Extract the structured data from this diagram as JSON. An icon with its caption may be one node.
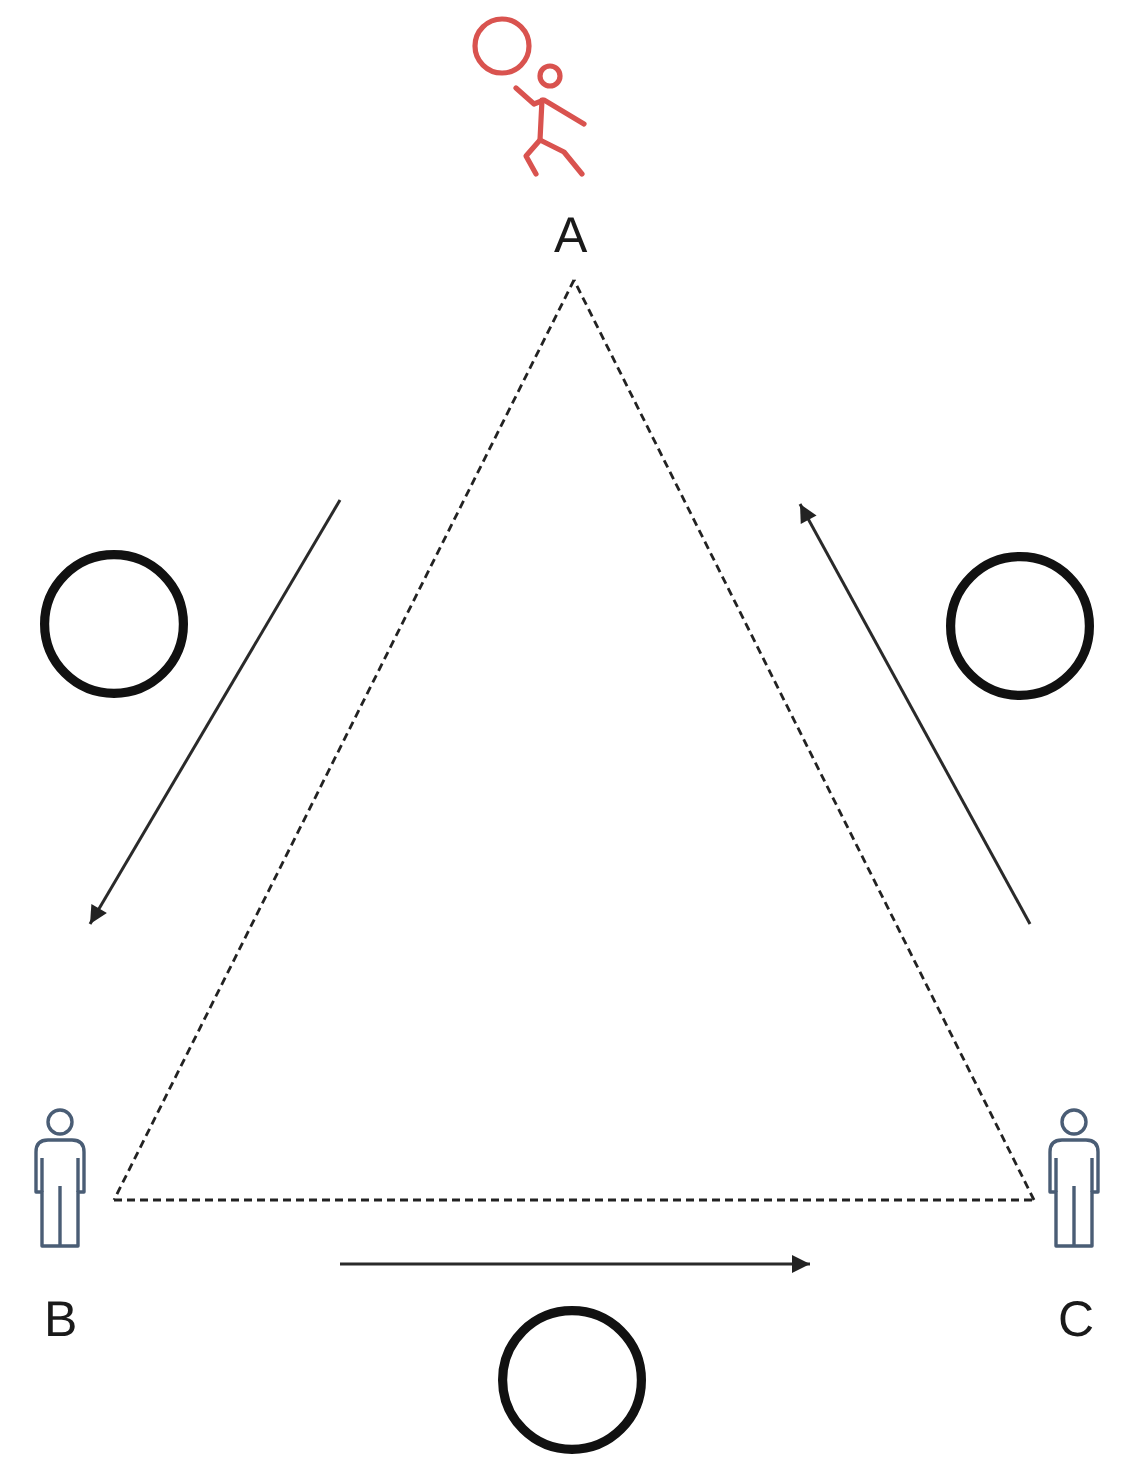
{
  "diagram": {
    "nodes": [
      {
        "text": [
          "A"
        ]
      },
      {
        "text": [
          "B"
        ]
      },
      {
        "text": [
          "C"
        ]
      },
      {
        "text": [],
        "shape": "circle"
      },
      {
        "text": [],
        "shape": "circle"
      },
      {
        "text": [],
        "shape": "circle"
      }
    ],
    "edges": [
      {
        "from": 0,
        "to": 1,
        "arrow": "none",
        "style": "dashed"
      },
      {
        "from": 1,
        "to": 2,
        "arrow": "none",
        "style": "dashed"
      },
      {
        "from": 2,
        "to": 0,
        "arrow": "none",
        "style": "dashed"
      }
    ]
  }
}
